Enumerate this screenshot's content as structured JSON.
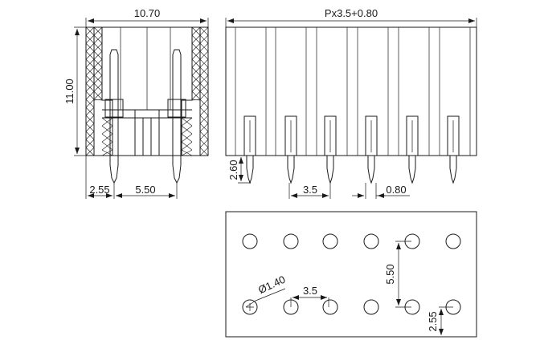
{
  "side_view": {
    "width_label": "10.70",
    "height_label": "11.00",
    "offset_label": "2.55",
    "row_pitch_label": "5.50"
  },
  "front_view": {
    "length_label": "Px3.5+0.80",
    "pin_length_label": "2.60",
    "pitch_label": "3.5",
    "end_label": "0.80"
  },
  "pcb_layout": {
    "hole_diameter_label": "Ø1.40",
    "pitch_label": "3.5",
    "row_pitch_label": "5.50",
    "offset_label": "2.55"
  }
}
